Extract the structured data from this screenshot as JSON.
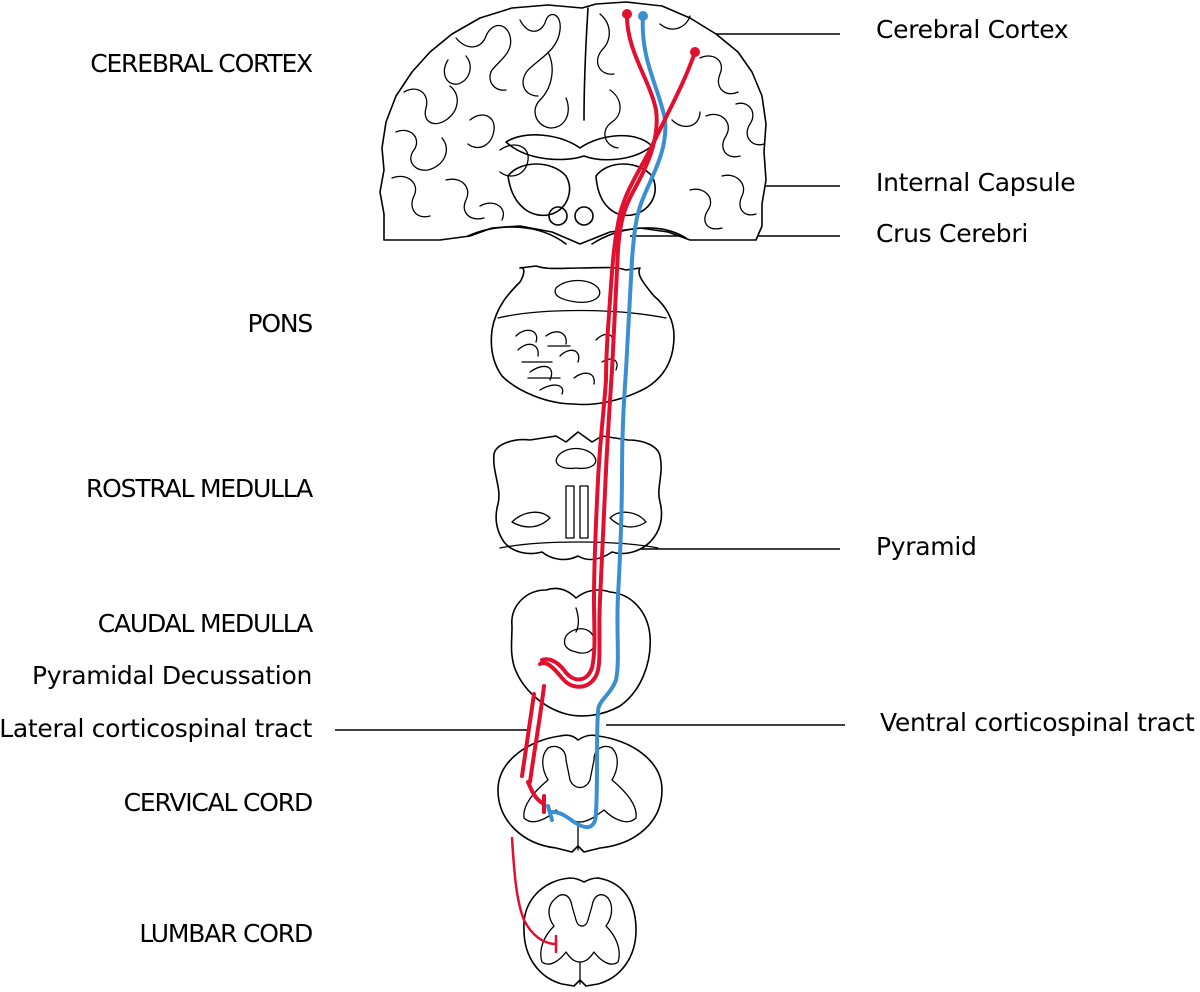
{
  "colors": {
    "lateral_tract": "#e0102e",
    "ventral_tract": "#3a8fd0",
    "ink": "#000000"
  },
  "levels": {
    "cerebral_cortex": "CEREBRAL CORTEX",
    "pons": "PONS",
    "rostral_medulla": "ROSTRAL MEDULLA",
    "caudal_medulla": "CAUDAL MEDULLA",
    "pyramidal_decussation": "Pyramidal Decussation",
    "lateral_tract": "Lateral corticospinal tract",
    "cervical_cord": "CERVICAL CORD",
    "lumbar_cord": "LUMBAR CORD"
  },
  "callouts": {
    "cerebral_cortex": "Cerebral Cortex",
    "internal_capsule": "Internal Capsule",
    "crus_cerebri": "Crus Cerebri",
    "pyramid": "Pyramid",
    "ventral_tract": "Ventral corticospinal tract"
  }
}
